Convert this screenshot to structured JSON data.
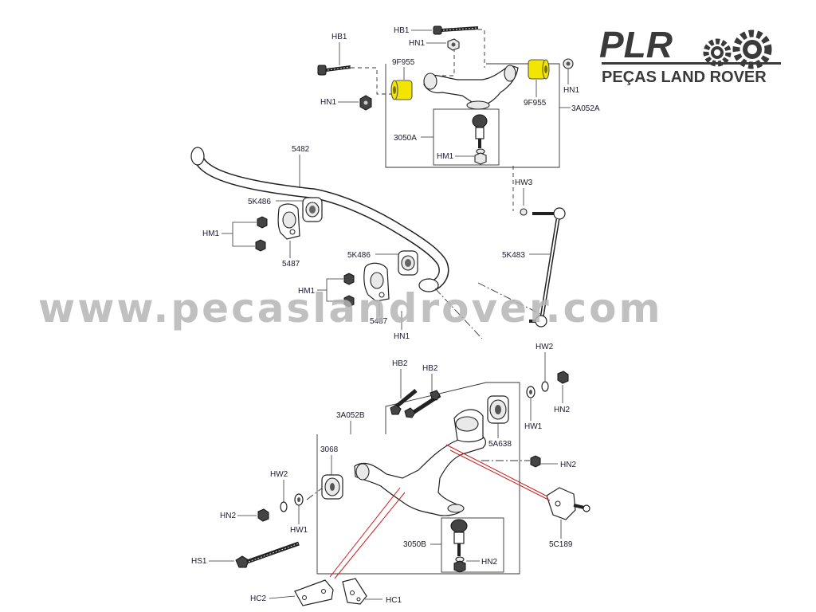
{
  "logo": {
    "brand": "PLR",
    "tagline": "PEÇAS LAND ROVER",
    "gear_icon": "gear-icon"
  },
  "watermark": "www.pecaslandrover.com",
  "labels": {
    "hb1_a": "HB1",
    "hb1_b": "HB1",
    "hn1_a": "HN1",
    "hn1_b": "HN1",
    "hn1_c": "HN1",
    "hn1_d": "HN1",
    "p9f955_a": "9F955",
    "p9f955_b": "9F955",
    "p3a052a": "3A052A",
    "p3050a": "3050A",
    "hm1_a": "HM1",
    "hm1_b": "HM1",
    "hm1_c": "HM1",
    "p5482": "5482",
    "p5k486_a": "5K486",
    "p5k486_b": "5K486",
    "p5487_a": "5487",
    "p5487_b": "5487",
    "hw3": "HW3",
    "p5k483": "5K483",
    "hw2_a": "HW2",
    "hw2_b": "HW2",
    "hn2_a": "HN2",
    "hn2_b": "HN2",
    "hn2_c": "HN2",
    "hn2_d": "HN2",
    "hw1_a": "HW1",
    "hw1_b": "HW1",
    "hb2_a": "HB2",
    "hb2_b": "HB2",
    "p3a052b": "3A052B",
    "p3068": "3068",
    "p5a638": "5A638",
    "p5c189": "5C189",
    "p3050b": "3050B",
    "hs1": "HS1",
    "hc2": "HC2",
    "hc1": "HC1"
  }
}
